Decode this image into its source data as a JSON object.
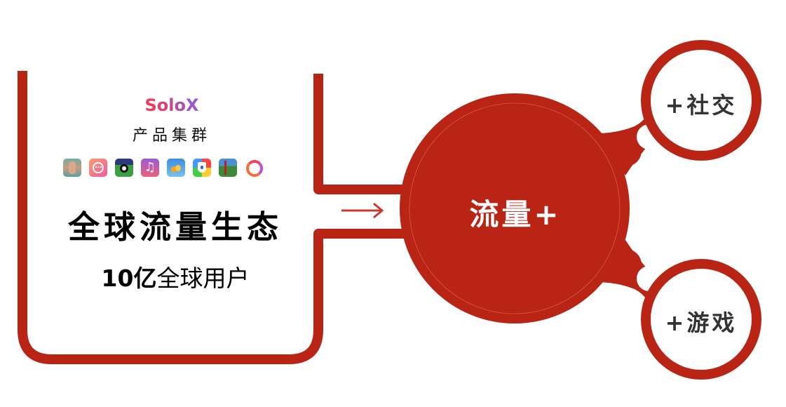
{
  "colors": {
    "accent_red": "#B92414",
    "text_dark": "#333333",
    "text_black": "#000000",
    "white": "#FFFFFF",
    "logo_gradient_start": "#F23A5E",
    "logo_gradient_end": "#9A5BD6"
  },
  "left_panel": {
    "logo": {
      "text": "SoloX",
      "parts": [
        "S",
        "o",
        "l",
        "o",
        "X"
      ]
    },
    "subtitle": "产品集群",
    "app_icons": [
      {
        "name": "fitness-abs-app-icon"
      },
      {
        "name": "messenger-chat-app-icon"
      },
      {
        "name": "billiards-8-ball-app-icon"
      },
      {
        "name": "music-player-app-icon"
      },
      {
        "name": "word-balloon-game-app-icon"
      },
      {
        "name": "app-lock-shield-app-icon"
      },
      {
        "name": "archery-game-app-icon"
      },
      {
        "name": "ring-circle-app-icon"
      }
    ],
    "headline": "全球流量生态",
    "users_count": "10亿",
    "users_label": "全球用户"
  },
  "connector": {
    "arrow": "→"
  },
  "center_circle": {
    "label": "流量+"
  },
  "bubbles": [
    {
      "id": "social",
      "label": "+社交"
    },
    {
      "id": "game",
      "label": "+游戏"
    }
  ]
}
